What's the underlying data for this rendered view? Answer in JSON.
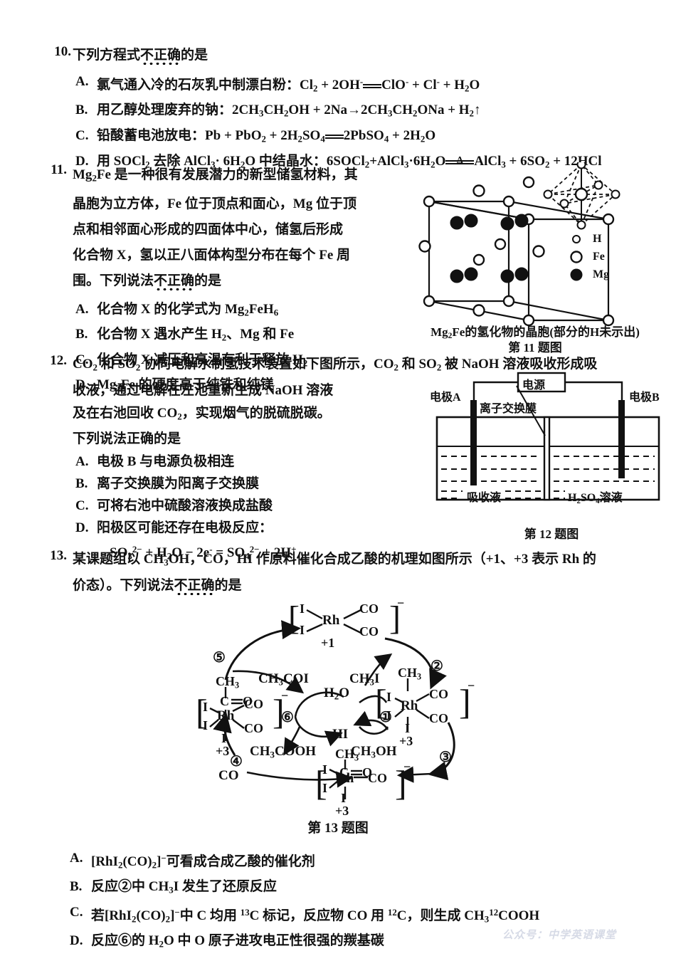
{
  "page": {
    "watermark": "公众号：中学英语课堂"
  },
  "questions": [
    {
      "number": "10.",
      "stem": "下列方程式不正确的是",
      "stem_dotted": "不正确",
      "options": [
        {
          "label": "A.",
          "prefix": "氯气通入冷的石灰乳中制漂白粉：",
          "equation_left": "Cl₂ + 2OH⁻",
          "equation_right": "ClO⁻ + Cl⁻ + H₂O",
          "arrow": "double-bar"
        },
        {
          "label": "B.",
          "prefix": "用乙醇处理废弃的钠：",
          "equation_full": "2CH₃CH₂OH + 2Na→2CH₃CH₂ONa + H₂↑",
          "arrow": "single-arrow"
        },
        {
          "label": "C.",
          "prefix": "铅酸蓄电池放电：",
          "equation_left": "Pb + PbO₂ + 2H₂SO₄",
          "equation_right": "2PbSO₄ + 2H₂O",
          "arrow": "double-bar"
        },
        {
          "label": "D.",
          "prefix": "用 SOCl₂ 去除 AlCl₃· 6H₂O 中结晶水：",
          "equation_left": "6SOCl₂+AlCl₃·6H₂O",
          "equation_right": "AlCl₃ + 6SO₂ + 12HCl",
          "arrow": "double-bar-delta",
          "condition": "Δ"
        }
      ]
    },
    {
      "number": "11.",
      "stem_lines": [
        "Mg₂Fe 是一种很有发展潜力的新型储氢材料，其",
        "晶胞为立方体，Fe 位于顶点和面心，Mg 位于顶",
        "点和相邻面心形成的四面体中心，储氢后形成",
        "化合物 X，氢以正八面体构型分布在每个 Fe 周",
        "围。下列说法不正确的是"
      ],
      "stem_dotted": "不正确",
      "options": [
        {
          "label": "A.",
          "text": "化合物 X 的化学式为 Mg₂FeH₆"
        },
        {
          "label": "B.",
          "text": "化合物 X 遇水产生 H₂、Mg 和 Fe"
        },
        {
          "label": "C.",
          "text": "化合物 X 减压和高温有利于释放 H₂"
        },
        {
          "label": "D.",
          "text": "Mg₂Fe 的硬度高于纯铁和纯镁"
        }
      ],
      "figure": {
        "legend": [
          {
            "symbol": "H",
            "marker": "small-open-circle"
          },
          {
            "symbol": "Fe",
            "marker": "large-open-circle"
          },
          {
            "symbol": "Mg",
            "marker": "filled-circle"
          }
        ],
        "caption_line1": "Mg₂Fe的氢化物的晶胞(部分的H未示出)",
        "caption_line2": "第 11 题图"
      }
    },
    {
      "number": "12.",
      "stem_lines": [
        "CO₂ 和 SO₂ 协同电解水制氢技术装置如下图所示，CO₂ 和 SO₂ 被 NaOH 溶液吸收形成吸",
        "收液，通过电解在左池重新生成 NaOH 溶液",
        "及在右池回收 CO₂，实现烟气的脱硫脱碳。",
        "下列说法正确的是"
      ],
      "options": [
        {
          "label": "A.",
          "text": "电极 B 与电源负极相连"
        },
        {
          "label": "B.",
          "text": "离子交换膜为阳离子交换膜"
        },
        {
          "label": "C.",
          "text": "可将右池中硫酸溶液换成盐酸"
        },
        {
          "label": "D.",
          "text": "阳极区可能还存在电极反应：",
          "sub_equation": "SO₃²⁻ + H₂O − 2e⁻ = SO₄²⁻ + 2H⁺"
        }
      ],
      "figure": {
        "power_supply": "电源",
        "electrode_a": "电极A",
        "electrode_b": "电极B",
        "membrane": "离子交换膜",
        "left_solution": "吸收液",
        "right_solution": "H₂SO₄溶液",
        "caption": "第 12 题图"
      }
    },
    {
      "number": "13.",
      "stem_lines": [
        "某课题组以 CH₃OH，CO，HI 作原料催化合成乙酸的机理如图所示（+1、+3 表示 Rh 的",
        "价态）。下列说法不正确的是"
      ],
      "stem_dotted": "不正确",
      "options": [
        {
          "label": "A.",
          "text": "[RhI₂(CO)₂]⁻可看成合成乙酸的催化剂"
        },
        {
          "label": "B.",
          "text": "反应②中 CH₃I 发生了还原反应"
        },
        {
          "label": "C.",
          "text": "若[RhI₂(CO)₂]⁻中 C 均用 ¹³C 标记，反应物 CO 用 ¹²C，则生成 CH₃¹²COOH"
        },
        {
          "label": "D.",
          "text": "反应⑥的 H₂O 中 O 原子进攻电正性很强的羰基碳"
        }
      ],
      "figure": {
        "caption": "第 13 题图",
        "steps": [
          "①",
          "②",
          "③",
          "④",
          "⑤",
          "⑥"
        ],
        "species": {
          "top_complex": {
            "ligands_left": [
              "I",
              "I"
            ],
            "center": "Rh",
            "ligands_right": [
              "CO",
              "CO"
            ],
            "charge": "−",
            "oxidation": "+1"
          },
          "right_complex": {
            "top": "CH₃",
            "ligands_left": [
              "I",
              "I"
            ],
            "center": "Rh",
            "ligands_right": [
              "CO",
              "CO"
            ],
            "bottom": "I",
            "charge": "−",
            "oxidation": "+3"
          },
          "bottom_complex": {
            "top": "CH₃",
            "acyl": "C=O",
            "ligands_left": [
              "I",
              "I"
            ],
            "center": "Rh",
            "ligand_right": "CO",
            "bottom": "I",
            "charge": "−",
            "oxidation": "+3"
          },
          "left_complex": {
            "top": "CH₃",
            "acyl": "C=O",
            "ligands_left": [
              "I",
              "I"
            ],
            "center": "Rh",
            "ligands_right": [
              "CO",
              "CO"
            ],
            "bottom": "I",
            "charge": "−",
            "oxidation": "+3"
          }
        },
        "reagents": {
          "ch3i": "CH₃I",
          "ch3oh": "CH₃OH",
          "h2o": "H₂O",
          "hi": "HI",
          "ch3cooh": "CH₃COOH",
          "ch3coi": "CH₃COI",
          "co": "CO"
        }
      }
    }
  ]
}
